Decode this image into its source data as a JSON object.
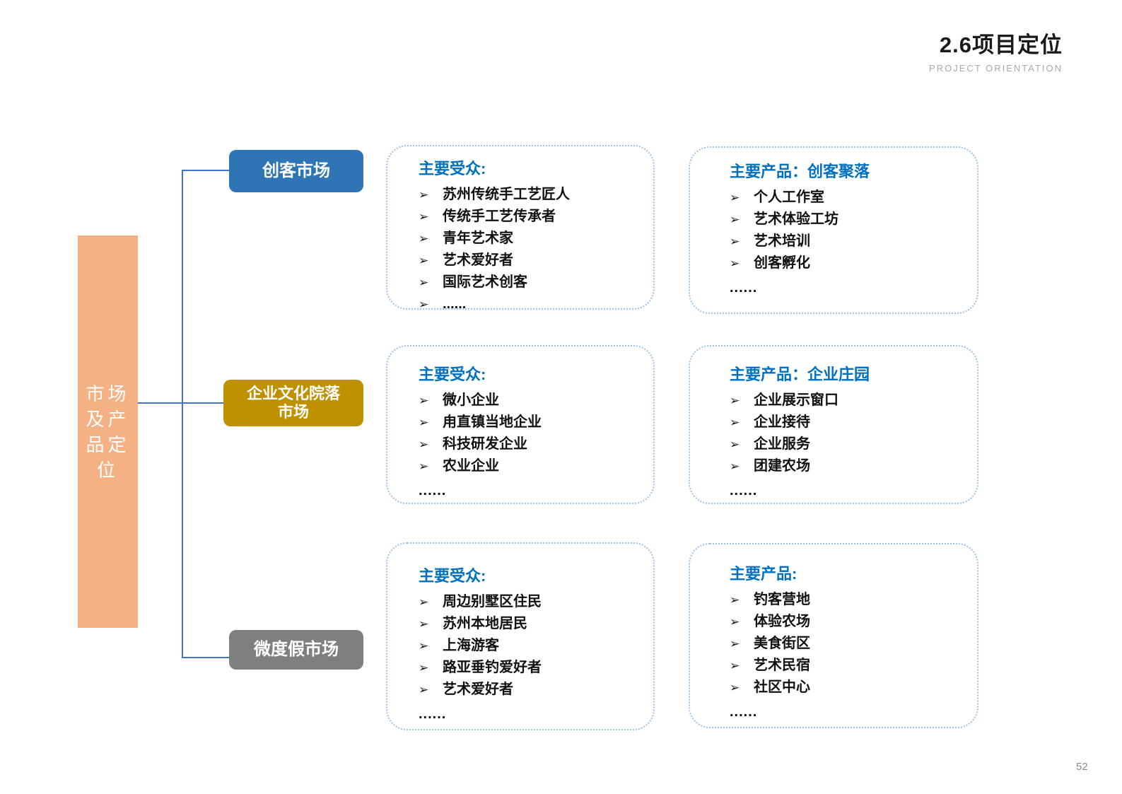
{
  "header": {
    "title": "2.6项目定位",
    "subtitle": "PROJECT ORIENTATION"
  },
  "sidebar": {
    "label": "市场及产品定位",
    "label_lines": [
      "市场",
      "及产",
      "品定",
      "位"
    ]
  },
  "icons": {
    "arrow_bullet": "➢"
  },
  "rows": [
    {
      "market": {
        "label": "创客市场",
        "label_lines": [
          "创客市场"
        ],
        "color": "#2E75B6"
      },
      "audience": {
        "heading": "主要受众:",
        "items": [
          "苏州传统手工艺匠人",
          "传统手工艺传承者",
          "青年艺术家",
          "艺术爱好者",
          "国际艺术创客",
          "......"
        ],
        "more": ""
      },
      "product": {
        "heading": "主要产品：创客聚落",
        "items": [
          "个人工作室",
          "艺术体验工坊",
          "艺术培训",
          "创客孵化"
        ],
        "more": "......"
      }
    },
    {
      "market": {
        "label": "企业文化院落市场",
        "label_lines": [
          "企业文化院落",
          "市场"
        ],
        "color": "#BF9000"
      },
      "audience": {
        "heading": "主要受众:",
        "items": [
          "微小企业",
          "甪直镇当地企业",
          "科技研发企业",
          "农业企业"
        ],
        "more": "......"
      },
      "product": {
        "heading": "主要产品：企业庄园",
        "items": [
          "企业展示窗口",
          "企业接待",
          "企业服务",
          "团建农场"
        ],
        "more": "......"
      }
    },
    {
      "market": {
        "label": "微度假市场",
        "label_lines": [
          "微度假市场"
        ],
        "color": "#7F7F7F"
      },
      "audience": {
        "heading": "主要受众:",
        "items": [
          "周边别墅区住民",
          "苏州本地居民",
          "上海游客",
          "路亚垂钓爱好者",
          "艺术爱好者"
        ],
        "more": "......"
      },
      "product": {
        "heading": "主要产品:",
        "items": [
          "钓客营地",
          "体验农场",
          "美食街区",
          "艺术民宿",
          "社区中心"
        ],
        "more": "......"
      }
    }
  ],
  "footer": {
    "page_number": "52"
  },
  "colors": {
    "sidebar_bar": "#F4B183",
    "maker_market": "#2E75B6",
    "enterprise_market": "#BF9000",
    "vacation_market": "#7F7F7F",
    "heading_blue": "#0070C0",
    "connector_line": "#4472C4",
    "card_border": "#9DC3E6"
  }
}
